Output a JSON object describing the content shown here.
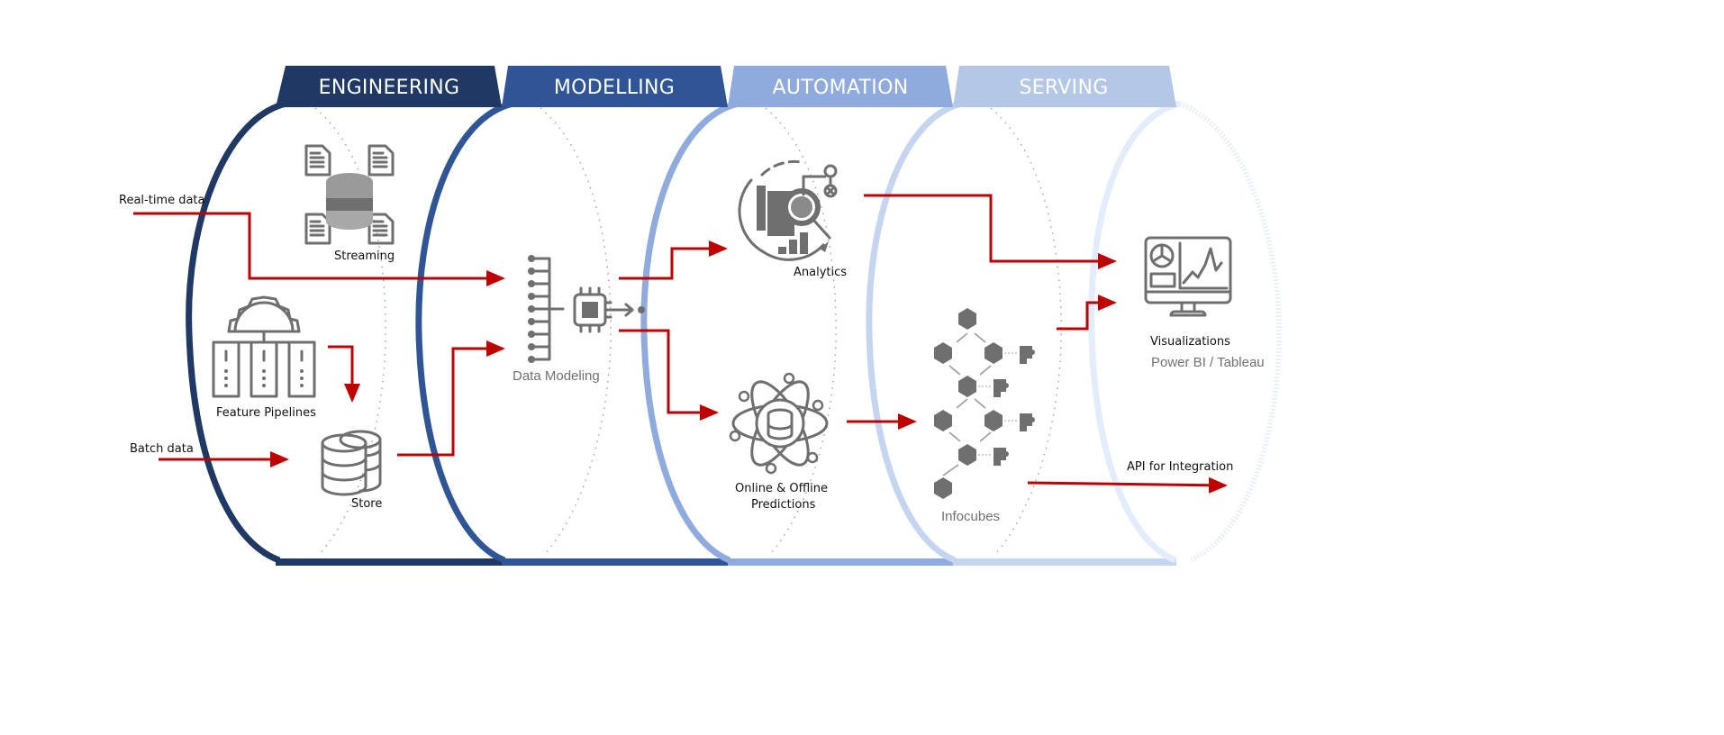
{
  "stages": [
    {
      "id": "engineering",
      "label": "ENGINEERING",
      "color": "#1f3864"
    },
    {
      "id": "modelling",
      "label": "MODELLING",
      "color": "#2f5597"
    },
    {
      "id": "automation",
      "label": "AUTOMATION",
      "color": "#8faadc"
    },
    {
      "id": "serving",
      "label": "SERVING",
      "color": "#b4c7e7"
    }
  ],
  "ring_colors": [
    "#1f3864",
    "#2f5597",
    "#8faadc",
    "#c5d5f0",
    "#e3ecfa"
  ],
  "arrow_color": "#c00000",
  "inputs": {
    "realtime": "Real-time data",
    "batch": "Batch data"
  },
  "nodes": {
    "streaming": "Streaming",
    "feature_pipelines": "Feature Pipelines",
    "store": "Store",
    "data_modeling": "Data Modeling",
    "analytics": "Analytics",
    "predictions_line1": "Online & Offline",
    "predictions_line2": "Predictions",
    "infocubes": "Infocubes",
    "visualizations": "Visualizations",
    "visualization_tools": "Power BI / Tableau",
    "api": "API for Integration"
  }
}
